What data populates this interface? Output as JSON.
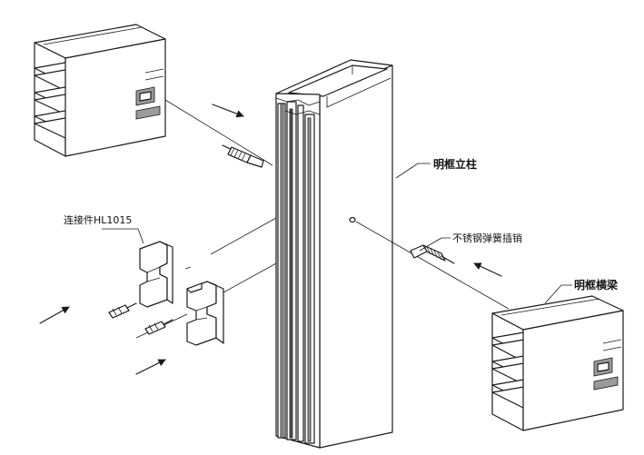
{
  "labels": {
    "mullion": "明框立柱",
    "pin": "不锈钢弹簧插销",
    "connector": "连接件HL1015",
    "transom": "明框横梁"
  },
  "colors": {
    "line": "#1a1a1a",
    "shade": "#9a9a9a",
    "background": "#ffffff"
  }
}
